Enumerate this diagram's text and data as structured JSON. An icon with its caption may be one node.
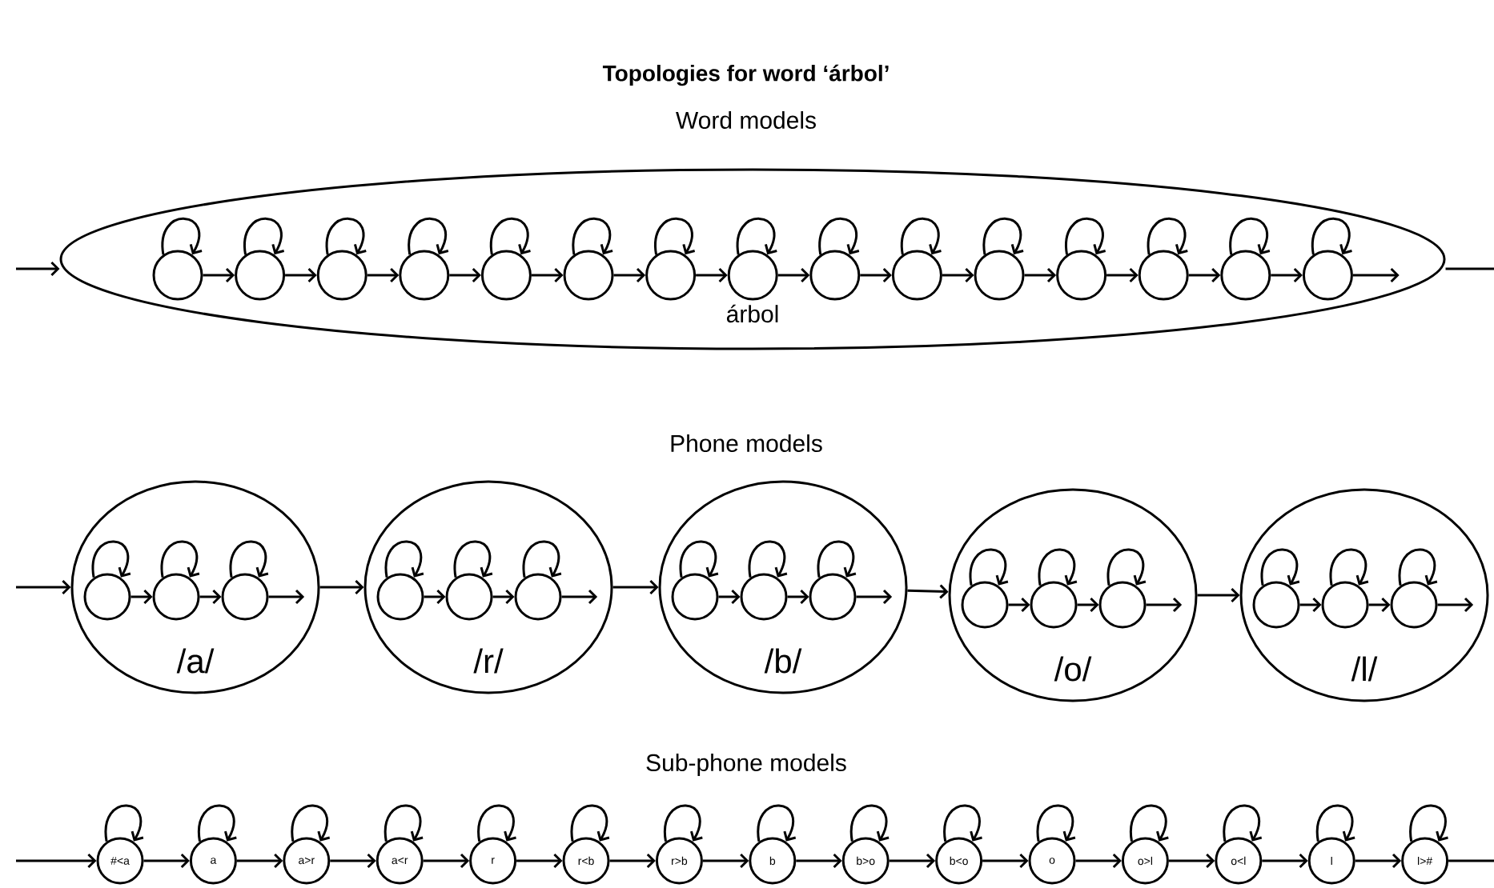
{
  "diagram": {
    "title": "Topologies for word ‘árbol’",
    "labels": [
      "Word models",
      "Phone models",
      "Sub-phone models"
    ],
    "nodes": [
      {
        "text": [
          "árbol"
        ]
      },
      {
        "text": [],
        "shape": "circle",
        "in": 0
      },
      {
        "text": [],
        "shape": "circle",
        "in": 0
      },
      {
        "text": [],
        "shape": "circle",
        "in": 0
      },
      {
        "text": [],
        "shape": "circle",
        "in": 0
      },
      {
        "text": [],
        "shape": "circle",
        "in": 0
      },
      {
        "text": [],
        "shape": "circle",
        "in": 0
      },
      {
        "text": [],
        "shape": "circle",
        "in": 0
      },
      {
        "text": [],
        "shape": "circle",
        "in": 0
      },
      {
        "text": [],
        "shape": "circle",
        "in": 0
      },
      {
        "text": [],
        "shape": "circle",
        "in": 0
      },
      {
        "text": [],
        "shape": "circle",
        "in": 0
      },
      {
        "text": [],
        "shape": "circle",
        "in": 0
      },
      {
        "text": [],
        "shape": "circle",
        "in": 0
      },
      {
        "text": [],
        "shape": "circle",
        "in": 0
      },
      {
        "text": [],
        "shape": "circle",
        "in": 0
      },
      {
        "text": [
          "/a/"
        ]
      },
      {
        "text": [],
        "shape": "circle",
        "in": 16
      },
      {
        "text": [],
        "shape": "circle",
        "in": 16
      },
      {
        "text": [],
        "shape": "circle",
        "in": 16
      },
      {
        "text": [
          "/r/"
        ]
      },
      {
        "text": [],
        "shape": "circle",
        "in": 20
      },
      {
        "text": [],
        "shape": "circle",
        "in": 20
      },
      {
        "text": [],
        "shape": "circle",
        "in": 20
      },
      {
        "text": [
          "/b/"
        ]
      },
      {
        "text": [],
        "shape": "circle",
        "in": 24
      },
      {
        "text": [],
        "shape": "circle",
        "in": 24
      },
      {
        "text": [],
        "shape": "circle",
        "in": 24
      },
      {
        "text": [
          "/o/"
        ]
      },
      {
        "text": [],
        "shape": "circle",
        "in": 28
      },
      {
        "text": [],
        "shape": "circle",
        "in": 28
      },
      {
        "text": [],
        "shape": "circle",
        "in": 28
      },
      {
        "text": [
          "/l/"
        ]
      },
      {
        "text": [],
        "shape": "circle",
        "in": 32
      },
      {
        "text": [],
        "shape": "circle",
        "in": 32
      },
      {
        "text": [],
        "shape": "circle",
        "in": 32
      },
      {
        "text": [
          "#<a"
        ]
      },
      {
        "text": [
          "a"
        ]
      },
      {
        "text": [
          "a>r"
        ]
      },
      {
        "text": [
          "a<r"
        ]
      },
      {
        "text": [
          "r"
        ]
      },
      {
        "text": [
          "r<b"
        ]
      },
      {
        "text": [
          "r>b"
        ]
      },
      {
        "text": [
          "b"
        ]
      },
      {
        "text": [
          "b>o"
        ]
      },
      {
        "text": [
          "b<o"
        ]
      },
      {
        "text": [
          "o"
        ]
      },
      {
        "text": [
          "o>l"
        ]
      },
      {
        "text": [
          "o<l"
        ]
      },
      {
        "text": [
          "l"
        ]
      },
      {
        "text": [
          "l>#"
        ]
      }
    ],
    "edges": [
      {
        "from": null,
        "to": 0,
        "arrow": "to"
      },
      {
        "from": 0,
        "to": null,
        "arrow": "none"
      },
      {
        "from": 1,
        "to": 1,
        "arrow": "to"
      },
      {
        "from": 2,
        "to": 2,
        "arrow": "to"
      },
      {
        "from": 3,
        "to": 3,
        "arrow": "to"
      },
      {
        "from": 4,
        "to": 4,
        "arrow": "to"
      },
      {
        "from": 5,
        "to": 5,
        "arrow": "to"
      },
      {
        "from": 6,
        "to": 6,
        "arrow": "to"
      },
      {
        "from": 7,
        "to": 7,
        "arrow": "to"
      },
      {
        "from": 8,
        "to": 8,
        "arrow": "to"
      },
      {
        "from": 9,
        "to": 9,
        "arrow": "to"
      },
      {
        "from": 10,
        "to": 10,
        "arrow": "to"
      },
      {
        "from": 11,
        "to": 11,
        "arrow": "to"
      },
      {
        "from": 12,
        "to": 12,
        "arrow": "to"
      },
      {
        "from": 13,
        "to": 13,
        "arrow": "to"
      },
      {
        "from": 14,
        "to": 14,
        "arrow": "to"
      },
      {
        "from": 15,
        "to": 15,
        "arrow": "to"
      },
      {
        "from": 1,
        "to": 2,
        "arrow": "to"
      },
      {
        "from": 2,
        "to": 3,
        "arrow": "to"
      },
      {
        "from": 3,
        "to": 4,
        "arrow": "to"
      },
      {
        "from": 4,
        "to": 5,
        "arrow": "to"
      },
      {
        "from": 5,
        "to": 6,
        "arrow": "to"
      },
      {
        "from": 6,
        "to": 7,
        "arrow": "to"
      },
      {
        "from": 7,
        "to": 8,
        "arrow": "to"
      },
      {
        "from": 8,
        "to": 9,
        "arrow": "to"
      },
      {
        "from": 9,
        "to": 10,
        "arrow": "to"
      },
      {
        "from": 10,
        "to": 11,
        "arrow": "to"
      },
      {
        "from": 11,
        "to": 12,
        "arrow": "to"
      },
      {
        "from": 12,
        "to": 13,
        "arrow": "to"
      },
      {
        "from": 13,
        "to": 14,
        "arrow": "to"
      },
      {
        "from": 14,
        "to": 15,
        "arrow": "to"
      },
      {
        "from": 15,
        "to": 0,
        "arrow": "to"
      },
      {
        "from": null,
        "to": 16,
        "arrow": "to"
      },
      {
        "from": 17,
        "to": 17,
        "arrow": "to"
      },
      {
        "from": 18,
        "to": 18,
        "arrow": "to"
      },
      {
        "from": 19,
        "to": 19,
        "arrow": "to"
      },
      {
        "from": 17,
        "to": 18,
        "arrow": "to"
      },
      {
        "from": 18,
        "to": 19,
        "arrow": "to"
      },
      {
        "from": 19,
        "to": 16,
        "arrow": "to"
      },
      {
        "from": 16,
        "to": 20,
        "arrow": "to"
      },
      {
        "from": 21,
        "to": 21,
        "arrow": "to"
      },
      {
        "from": 22,
        "to": 22,
        "arrow": "to"
      },
      {
        "from": 23,
        "to": 23,
        "arrow": "to"
      },
      {
        "from": 21,
        "to": 22,
        "arrow": "to"
      },
      {
        "from": 22,
        "to": 23,
        "arrow": "to"
      },
      {
        "from": 23,
        "to": 20,
        "arrow": "to"
      },
      {
        "from": 20,
        "to": 24,
        "arrow": "to"
      },
      {
        "from": 25,
        "to": 25,
        "arrow": "to"
      },
      {
        "from": 26,
        "to": 26,
        "arrow": "to"
      },
      {
        "from": 27,
        "to": 27,
        "arrow": "to"
      },
      {
        "from": 25,
        "to": 26,
        "arrow": "to"
      },
      {
        "from": 26,
        "to": 27,
        "arrow": "to"
      },
      {
        "from": 27,
        "to": 24,
        "arrow": "to"
      },
      {
        "from": 24,
        "to": 28,
        "arrow": "to"
      },
      {
        "from": 29,
        "to": 29,
        "arrow": "to"
      },
      {
        "from": 30,
        "to": 30,
        "arrow": "to"
      },
      {
        "from": 31,
        "to": 31,
        "arrow": "to"
      },
      {
        "from": 29,
        "to": 30,
        "arrow": "to"
      },
      {
        "from": 30,
        "to": 31,
        "arrow": "to"
      },
      {
        "from": 31,
        "to": 28,
        "arrow": "to"
      },
      {
        "from": 28,
        "to": 32,
        "arrow": "to"
      },
      {
        "from": 33,
        "to": 33,
        "arrow": "to"
      },
      {
        "from": 34,
        "to": 34,
        "arrow": "to"
      },
      {
        "from": 35,
        "to": 35,
        "arrow": "to"
      },
      {
        "from": 33,
        "to": 34,
        "arrow": "to"
      },
      {
        "from": 34,
        "to": 35,
        "arrow": "to"
      },
      {
        "from": 35,
        "to": 32,
        "arrow": "to"
      },
      {
        "from": null,
        "to": 36,
        "arrow": "to"
      },
      {
        "from": 36,
        "to": 36,
        "arrow": "to"
      },
      {
        "from": 37,
        "to": 37,
        "arrow": "to"
      },
      {
        "from": 38,
        "to": 38,
        "arrow": "to"
      },
      {
        "from": 39,
        "to": 39,
        "arrow": "to"
      },
      {
        "from": 40,
        "to": 40,
        "arrow": "to"
      },
      {
        "from": 41,
        "to": 41,
        "arrow": "to"
      },
      {
        "from": 42,
        "to": 42,
        "arrow": "to"
      },
      {
        "from": 43,
        "to": 43,
        "arrow": "to"
      },
      {
        "from": 44,
        "to": 44,
        "arrow": "to"
      },
      {
        "from": 45,
        "to": 45,
        "arrow": "to"
      },
      {
        "from": 46,
        "to": 46,
        "arrow": "to"
      },
      {
        "from": 47,
        "to": 47,
        "arrow": "to"
      },
      {
        "from": 48,
        "to": 48,
        "arrow": "to"
      },
      {
        "from": 49,
        "to": 49,
        "arrow": "to"
      },
      {
        "from": 50,
        "to": 50,
        "arrow": "to"
      },
      {
        "from": 36,
        "to": 37,
        "arrow": "to"
      },
      {
        "from": 37,
        "to": 38,
        "arrow": "to"
      },
      {
        "from": 38,
        "to": 39,
        "arrow": "to"
      },
      {
        "from": 39,
        "to": 40,
        "arrow": "to"
      },
      {
        "from": 40,
        "to": 41,
        "arrow": "to"
      },
      {
        "from": 41,
        "to": 42,
        "arrow": "to"
      },
      {
        "from": 42,
        "to": 43,
        "arrow": "to"
      },
      {
        "from": 43,
        "to": 44,
        "arrow": "to"
      },
      {
        "from": 44,
        "to": 45,
        "arrow": "to"
      },
      {
        "from": 45,
        "to": 46,
        "arrow": "to"
      },
      {
        "from": 46,
        "to": 47,
        "arrow": "to"
      },
      {
        "from": 47,
        "to": 48,
        "arrow": "to"
      },
      {
        "from": 48,
        "to": 49,
        "arrow": "to"
      },
      {
        "from": 49,
        "to": 50,
        "arrow": "to"
      },
      {
        "from": 50,
        "to": null,
        "arrow": "none"
      }
    ]
  }
}
